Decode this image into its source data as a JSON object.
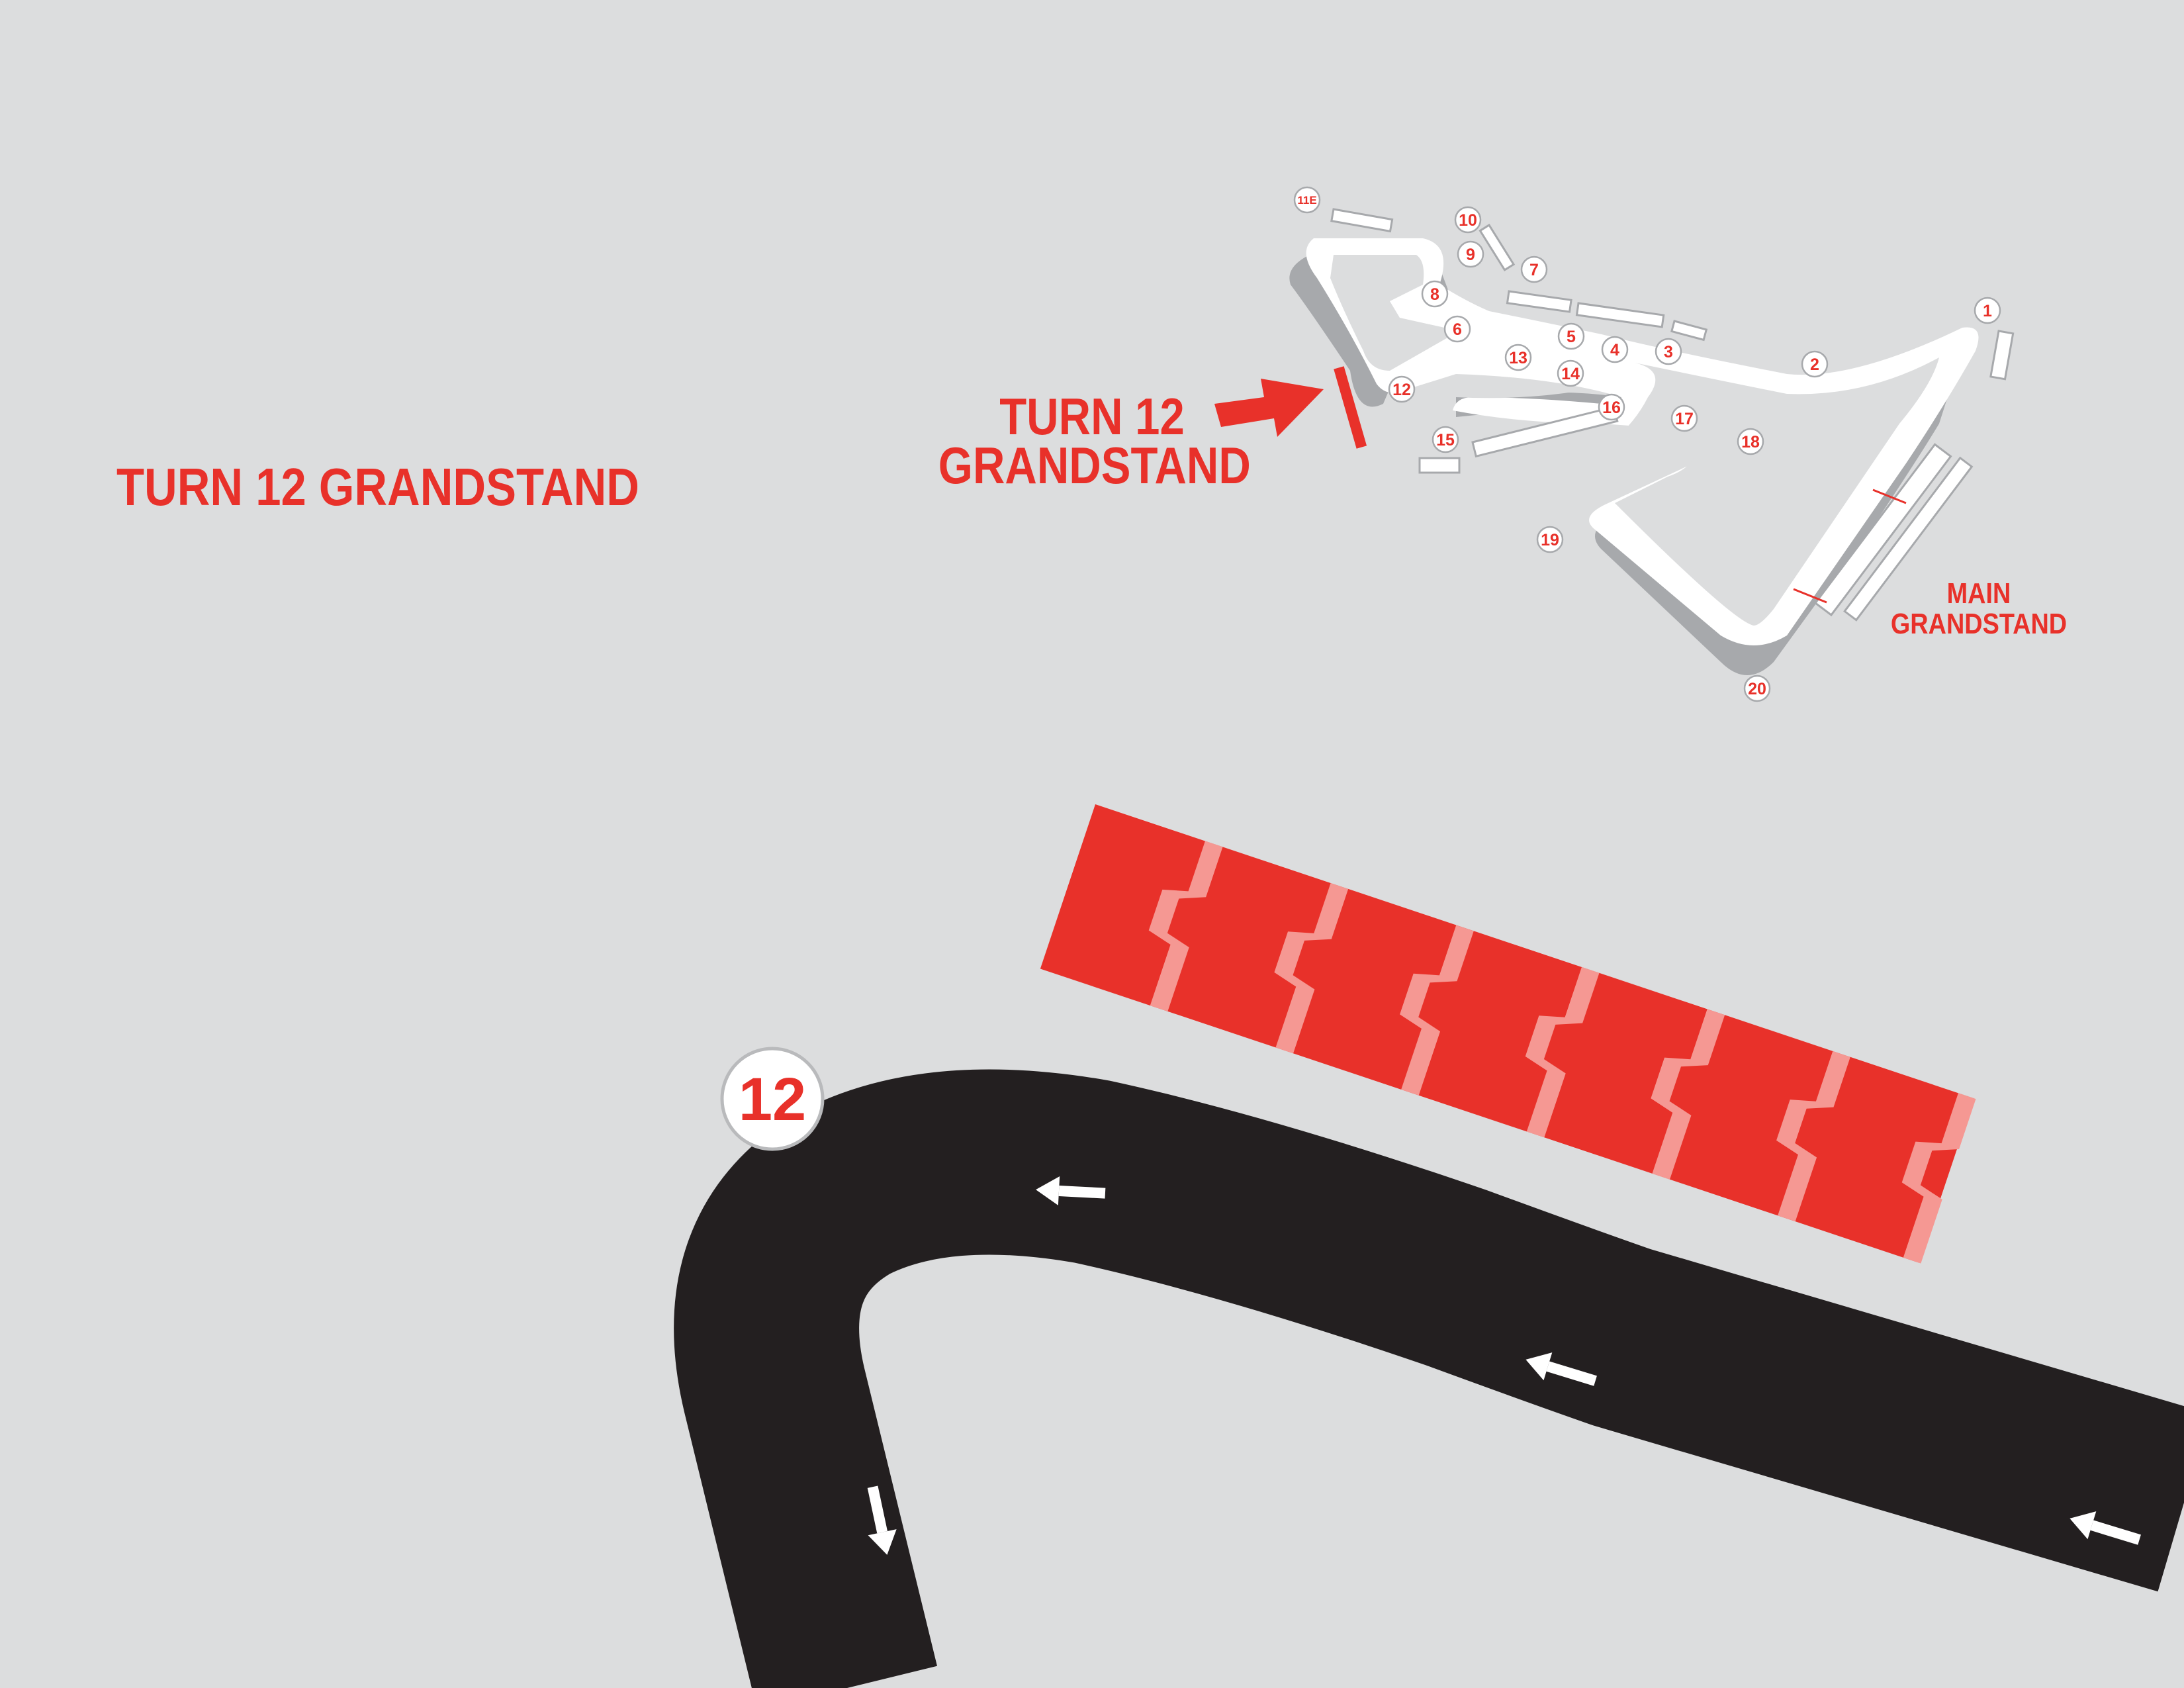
{
  "title": "TURN 12 GRANDSTAND",
  "inset": {
    "callout_line1": "TURN 12",
    "callout_line2": "GRANDSTAND",
    "main_grandstand_line1": "MAIN",
    "main_grandstand_line2": "GRANDSTAND",
    "turn_labels": [
      "1",
      "2",
      "3",
      "4",
      "5",
      "6",
      "7",
      "8",
      "9",
      "10",
      "11E",
      "12",
      "13",
      "14",
      "15",
      "16",
      "17",
      "18",
      "19",
      "20"
    ]
  },
  "detail": {
    "turn_number": "12",
    "grandstand_sections": 7
  },
  "colors": {
    "background": "#dcddde",
    "accent_red": "#e8312a",
    "aisle_pink": "#f59893",
    "track_black": "#231f20",
    "inset_track": "#ffffff",
    "inset_shadow": "#a7a9ac"
  },
  "icons": [
    "direction-arrow-icon",
    "callout-arrow-icon"
  ]
}
